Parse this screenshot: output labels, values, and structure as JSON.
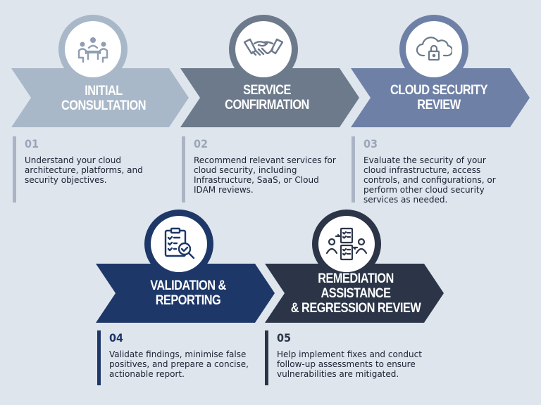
{
  "steps": [
    {
      "number": "01",
      "title": [
        "INITIAL CONSULTATION"
      ],
      "icon": "meeting-icon",
      "color": "#a9b8c9",
      "description": [
        "Understand your cloud",
        "architecture, platforms, and",
        "security objectives."
      ]
    },
    {
      "number": "02",
      "title": [
        "SERVICE",
        "CONFIRMATION"
      ],
      "icon": "handshake-icon",
      "color": "#6c7a8b",
      "description": [
        "Recommend relevant services for",
        "cloud security, including",
        "Infrastructure, SaaS, or Cloud",
        "IDAM reviews."
      ]
    },
    {
      "number": "03",
      "title": [
        "CLOUD SECURITY",
        "REVIEW"
      ],
      "icon": "cloud-lock-icon",
      "color": "#6e80a6",
      "description": [
        "Evaluate the security of your",
        "cloud infrastructure, access",
        "controls, and configurations, or",
        "perform other cloud security",
        "services as needed."
      ]
    },
    {
      "number": "04",
      "title": [
        "VALIDATION &",
        "REPORTING"
      ],
      "icon": "checklist-magnifier-icon",
      "color": "#1d3768",
      "description": [
        "Validate findings, minimise false",
        "positives, and prepare a concise,",
        "actionable report."
      ]
    },
    {
      "number": "05",
      "title": [
        "REMEDIATION ASSISTANCE",
        "& REGRESSION REVIEW"
      ],
      "icon": "people-exchange-icon",
      "color": "#2b3547",
      "description": [
        "Help implement fixes and conduct",
        "follow-up assessments to ensure",
        "vulnerabilities are mitigated."
      ]
    }
  ]
}
